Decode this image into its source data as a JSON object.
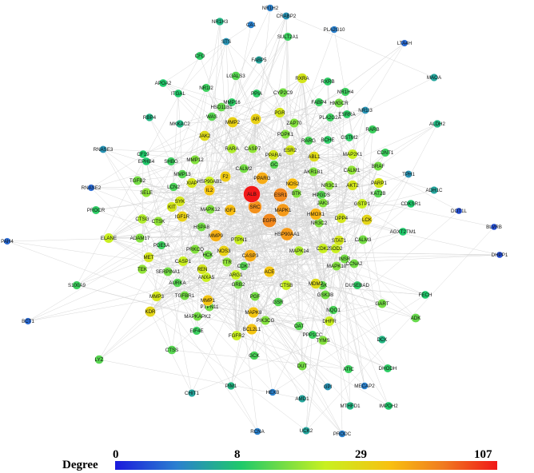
{
  "colors": {
    "edge": "#d4d4d4",
    "gradient": [
      "#1a1adc",
      "#2a7fd0",
      "#1fc96a",
      "#c8f020",
      "#f8c010",
      "#f07a20",
      "#f01818"
    ]
  },
  "legend": {
    "title": "Degree",
    "ticks": [
      "0",
      "8",
      "29",
      "107"
    ],
    "min": 0,
    "max": 107
  },
  "network": {
    "nodes": [
      {
        "id": "NR1H2",
        "deg": 4
      },
      {
        "id": "CRABP2",
        "deg": 5
      },
      {
        "id": "NR1H3",
        "deg": 7
      },
      {
        "id": "CA1",
        "deg": 4
      },
      {
        "id": "PLA2G10",
        "deg": 4
      },
      {
        "id": "STS",
        "deg": 5
      },
      {
        "id": "SULT2A1",
        "deg": 10
      },
      {
        "id": "LTA4H",
        "deg": 3
      },
      {
        "id": "CFD",
        "deg": 9
      },
      {
        "id": "FABP5",
        "deg": 6
      },
      {
        "id": "APOA2",
        "deg": 8
      },
      {
        "id": "ITGAL",
        "deg": 8
      },
      {
        "id": "LGALS3",
        "deg": 12
      },
      {
        "id": "RXRA",
        "deg": 22
      },
      {
        "id": "RXRB",
        "deg": 9
      },
      {
        "id": "NR1H4",
        "deg": 10
      },
      {
        "id": "MAOA",
        "deg": 6
      },
      {
        "id": "NR1I2",
        "deg": 10
      },
      {
        "id": "PPIA",
        "deg": 9
      },
      {
        "id": "CYP2C9",
        "deg": 14
      },
      {
        "id": "FABP4",
        "deg": 10
      },
      {
        "id": "HMGCR",
        "deg": 14
      },
      {
        "id": "NR1I3",
        "deg": 5
      },
      {
        "id": "RBP4",
        "deg": 7
      },
      {
        "id": "MMP16",
        "deg": 9
      },
      {
        "id": "WAS",
        "deg": 12
      },
      {
        "id": "HSD11B1",
        "deg": 13
      },
      {
        "id": "MMP2",
        "deg": 26
      },
      {
        "id": "AR",
        "deg": 26
      },
      {
        "id": "PGR",
        "deg": 22
      },
      {
        "id": "ZAP70",
        "deg": 15
      },
      {
        "id": "PLA2G2A",
        "deg": 10
      },
      {
        "id": "ESRRA",
        "deg": 9
      },
      {
        "id": "MKKAC2",
        "deg": 7
      },
      {
        "id": "JAK2",
        "deg": 24
      },
      {
        "id": "PDPK1",
        "deg": 15
      },
      {
        "id": "RARG",
        "deg": 11
      },
      {
        "id": "BCHE",
        "deg": 9
      },
      {
        "id": "GSTM2",
        "deg": 9
      },
      {
        "id": "RARB",
        "deg": 10
      },
      {
        "id": "ALDH2",
        "deg": 7
      },
      {
        "id": "RNASE3",
        "deg": 5
      },
      {
        "id": "CF19",
        "deg": 8
      },
      {
        "id": "EPHB4",
        "deg": 8
      },
      {
        "id": "SHBG",
        "deg": 10
      },
      {
        "id": "MMP12",
        "deg": 15
      },
      {
        "id": "RARA",
        "deg": 18
      },
      {
        "id": "CASP7",
        "deg": 16
      },
      {
        "id": "PPARA",
        "deg": 22
      },
      {
        "id": "ESR2",
        "deg": 22
      },
      {
        "id": "ABL1",
        "deg": 24
      },
      {
        "id": "MAP2K1",
        "deg": 20
      },
      {
        "id": "CDNT1",
        "deg": 10
      },
      {
        "id": "BRAF",
        "deg": 14
      },
      {
        "id": "TPH1",
        "deg": 5
      },
      {
        "id": "F2",
        "deg": 27
      },
      {
        "id": "CALM2",
        "deg": 14
      },
      {
        "id": "GC",
        "deg": 12
      },
      {
        "id": "AKR1B1",
        "deg": 15
      },
      {
        "id": "NR3C1",
        "deg": 16
      },
      {
        "id": "CALM1",
        "deg": 16
      },
      {
        "id": "MMP13",
        "deg": 12
      },
      {
        "id": "IL2",
        "deg": 28
      },
      {
        "id": "NOS2",
        "deg": 30
      },
      {
        "id": "RNASE2",
        "deg": 3
      },
      {
        "id": "TGFB2",
        "deg": 14
      },
      {
        "id": "SELE",
        "deg": 16
      },
      {
        "id": "LCN2",
        "deg": 11
      },
      {
        "id": "XIAP",
        "deg": 22
      },
      {
        "id": "HSP90AB1",
        "deg": 20
      },
      {
        "id": "ALB",
        "deg": 107
      },
      {
        "id": "PARP1",
        "deg": 22
      },
      {
        "id": "KAT2B",
        "deg": 12
      },
      {
        "id": "ADH1C",
        "deg": 6
      },
      {
        "id": "DOT1L",
        "deg": 2
      },
      {
        "id": "PROCR",
        "deg": 9
      },
      {
        "id": "CTSG",
        "deg": 18
      },
      {
        "id": "SYK",
        "deg": 22
      },
      {
        "id": "MAPK12",
        "deg": 15
      },
      {
        "id": "IGF1",
        "deg": 30
      },
      {
        "id": "SRC",
        "deg": 55
      },
      {
        "id": "ESR1",
        "deg": 60
      },
      {
        "id": "BTK",
        "deg": 15
      },
      {
        "id": "JAK3",
        "deg": 15
      },
      {
        "id": "AKT2",
        "deg": 22
      },
      {
        "id": "GSTP1",
        "deg": 20
      },
      {
        "id": "CDKSR1",
        "deg": 8
      },
      {
        "id": "KIT",
        "deg": 22
      },
      {
        "id": "ADAM17",
        "deg": 15
      },
      {
        "id": "IGF1R",
        "deg": 26
      },
      {
        "id": "HSPA8",
        "deg": 14
      },
      {
        "id": "MAPK1",
        "deg": 50
      },
      {
        "id": "HPGDS",
        "deg": 12
      },
      {
        "id": "PPARG",
        "deg": 40
      },
      {
        "id": "CTSK",
        "deg": 16
      },
      {
        "id": "MMP9",
        "deg": 38
      },
      {
        "id": "EGFR",
        "deg": 60
      },
      {
        "id": "HMOX1",
        "deg": 36
      },
      {
        "id": "DPP4",
        "deg": 22
      },
      {
        "id": "LCK",
        "deg": 25
      },
      {
        "id": "AGXT2TM1",
        "deg": 8
      },
      {
        "id": "BLVRB",
        "deg": 2
      },
      {
        "id": "PAH4",
        "deg": 3
      },
      {
        "id": "ELANE",
        "deg": 20
      },
      {
        "id": "PDE5A",
        "deg": 10
      },
      {
        "id": "PRKCQ",
        "deg": 15
      },
      {
        "id": "NOS3",
        "deg": 26
      },
      {
        "id": "PTPN1",
        "deg": 20
      },
      {
        "id": "HSP90AA1",
        "deg": 50
      },
      {
        "id": "NR3C2",
        "deg": 15
      },
      {
        "id": "STAT1",
        "deg": 22
      },
      {
        "id": "CALM3",
        "deg": 14
      },
      {
        "id": "TTR",
        "deg": 16
      },
      {
        "id": "CDK7",
        "deg": 12
      },
      {
        "id": "CASP3",
        "deg": 40
      },
      {
        "id": "CDK2",
        "deg": 20
      },
      {
        "id": "MET",
        "deg": 22
      },
      {
        "id": "CASP1",
        "deg": 20
      },
      {
        "id": "HCK",
        "deg": 14
      },
      {
        "id": "ACE",
        "deg": 28
      },
      {
        "id": "MAPK14",
        "deg": 18
      },
      {
        "id": "SOD2",
        "deg": 20
      },
      {
        "id": "INSR",
        "deg": 14
      },
      {
        "id": "TEK",
        "deg": 16
      },
      {
        "id": "SERPINA1",
        "deg": 14
      },
      {
        "id": "REN",
        "deg": 22
      },
      {
        "id": "GRB2",
        "deg": 14
      },
      {
        "id": "CTSB",
        "deg": 20
      },
      {
        "id": "MDM2",
        "deg": 24
      },
      {
        "id": "MAPK10",
        "deg": 15
      },
      {
        "id": "CCNA2",
        "deg": 14
      },
      {
        "id": "DHFR",
        "deg": 20
      },
      {
        "id": "S100A9",
        "deg": 10
      },
      {
        "id": "AURKA",
        "deg": 12
      },
      {
        "id": "ARG1",
        "deg": 20
      },
      {
        "id": "ANXA5",
        "deg": 20
      },
      {
        "id": "MMP3",
        "deg": 22
      },
      {
        "id": "TGFBR1",
        "deg": 14
      },
      {
        "id": "PGF",
        "deg": 14
      },
      {
        "id": "GSR",
        "deg": 12
      },
      {
        "id": "GSK3B",
        "deg": 14
      },
      {
        "id": "CSK",
        "deg": 13
      },
      {
        "id": "DUSEBAD",
        "deg": 9
      },
      {
        "id": "NQO1",
        "deg": 11
      },
      {
        "id": "GART",
        "deg": 14
      },
      {
        "id": "FECH",
        "deg": 8
      },
      {
        "id": "KDR",
        "deg": 25
      },
      {
        "id": "MAPKAPK2",
        "deg": 14
      },
      {
        "id": "MMP1",
        "deg": 28
      },
      {
        "id": "PTPN11",
        "deg": 14
      },
      {
        "id": "MAPK8",
        "deg": 28
      },
      {
        "id": "PIK3CG",
        "deg": 15
      },
      {
        "id": "OAT",
        "deg": 12
      },
      {
        "id": "ADK",
        "deg": 13
      },
      {
        "id": "BCL2L1",
        "deg": 28
      },
      {
        "id": "EIF4E",
        "deg": 10
      },
      {
        "id": "FGFR2",
        "deg": 20
      },
      {
        "id": "PPP1CC",
        "deg": 10
      },
      {
        "id": "BCT1",
        "deg": 3
      },
      {
        "id": "DHPP1",
        "deg": 2
      },
      {
        "id": "LYZ",
        "deg": 12
      },
      {
        "id": "CTSS",
        "deg": 12
      },
      {
        "id": "GCK",
        "deg": 11
      },
      {
        "id": "DUT",
        "deg": 14
      },
      {
        "id": "TYMS",
        "deg": 15
      },
      {
        "id": "DCK",
        "deg": 7
      },
      {
        "id": "PIM1",
        "deg": 7
      },
      {
        "id": "GPI",
        "deg": 5
      },
      {
        "id": "MECAP2",
        "deg": 4
      },
      {
        "id": "DHODH",
        "deg": 9
      },
      {
        "id": "ATIC",
        "deg": 10
      },
      {
        "id": "CHIT1",
        "deg": 6
      },
      {
        "id": "HEXB",
        "deg": 4
      },
      {
        "id": "AMD1",
        "deg": 6
      },
      {
        "id": "MTHFD1",
        "deg": 7
      },
      {
        "id": "IMPDH2",
        "deg": 8
      },
      {
        "id": "RCNA",
        "deg": 4
      },
      {
        "id": "UCK2",
        "deg": 6
      },
      {
        "id": "PRODC",
        "deg": 4
      }
    ]
  }
}
